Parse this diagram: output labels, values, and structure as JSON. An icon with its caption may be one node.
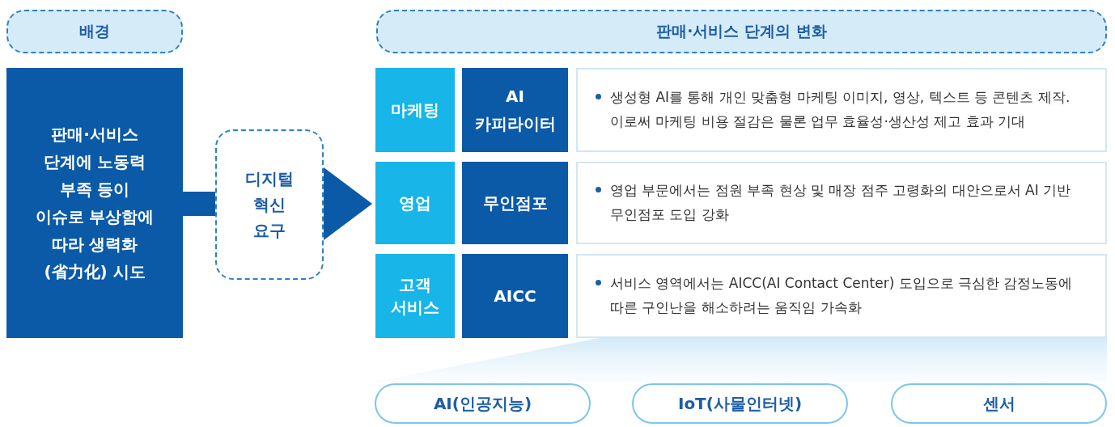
{
  "diagram": {
    "nodes": [
      {
        "text": [
          "배경"
        ]
      },
      {
        "text": [
          "판매·서비스 단계에 노동력 부족 등이 이슈로 부상함에 따라 생력화(省力化) 시도"
        ]
      },
      {
        "text": [
          "디지털 혁신 요구"
        ]
      },
      {
        "text": [
          "판매·서비스 단계의 변화"
        ]
      },
      {
        "text": [
          "마케팅"
        ]
      },
      {
        "text": [
          "AI 카피라이터"
        ]
      },
      {
        "text": [
          "생성형 AI를 통해 개인 맞춤형 마케팅 이미지, 영상, 텍스트 등 콘텐츠 제작. 이로써 마케팅 비용 절감은 물론 업무 효율성·생산성 제고 효과 기대"
        ]
      },
      {
        "text": [
          "영업"
        ]
      },
      {
        "text": [
          "무인점포"
        ]
      },
      {
        "text": [
          "영업 부문에서는 점원 부족 현상 및 매장 점주 고령화의 대안으로서 AI 기반 무인점포 도입 강화"
        ]
      },
      {
        "text": [
          "고객 서비스"
        ]
      },
      {
        "text": [
          "AICC"
        ]
      },
      {
        "text": [
          "서비스 영역에서는 AICC(AI Contact Center) 도입으로 극심한 감정노동에 따른 구인난을 해소하려는 움직임 가속화"
        ]
      },
      {
        "text": [
          "AI(인공지능)"
        ]
      },
      {
        "text": [
          "IoT(사물인터넷)"
        ]
      },
      {
        "text": [
          "센서"
        ]
      },
      {
        "text": [],
        "shape": "band"
      }
    ],
    "edges": [
      {
        "from": 1,
        "to": 2,
        "arrow": "none"
      },
      {
        "from": 2,
        "to": 7,
        "arrow": "to"
      }
    ]
  }
}
